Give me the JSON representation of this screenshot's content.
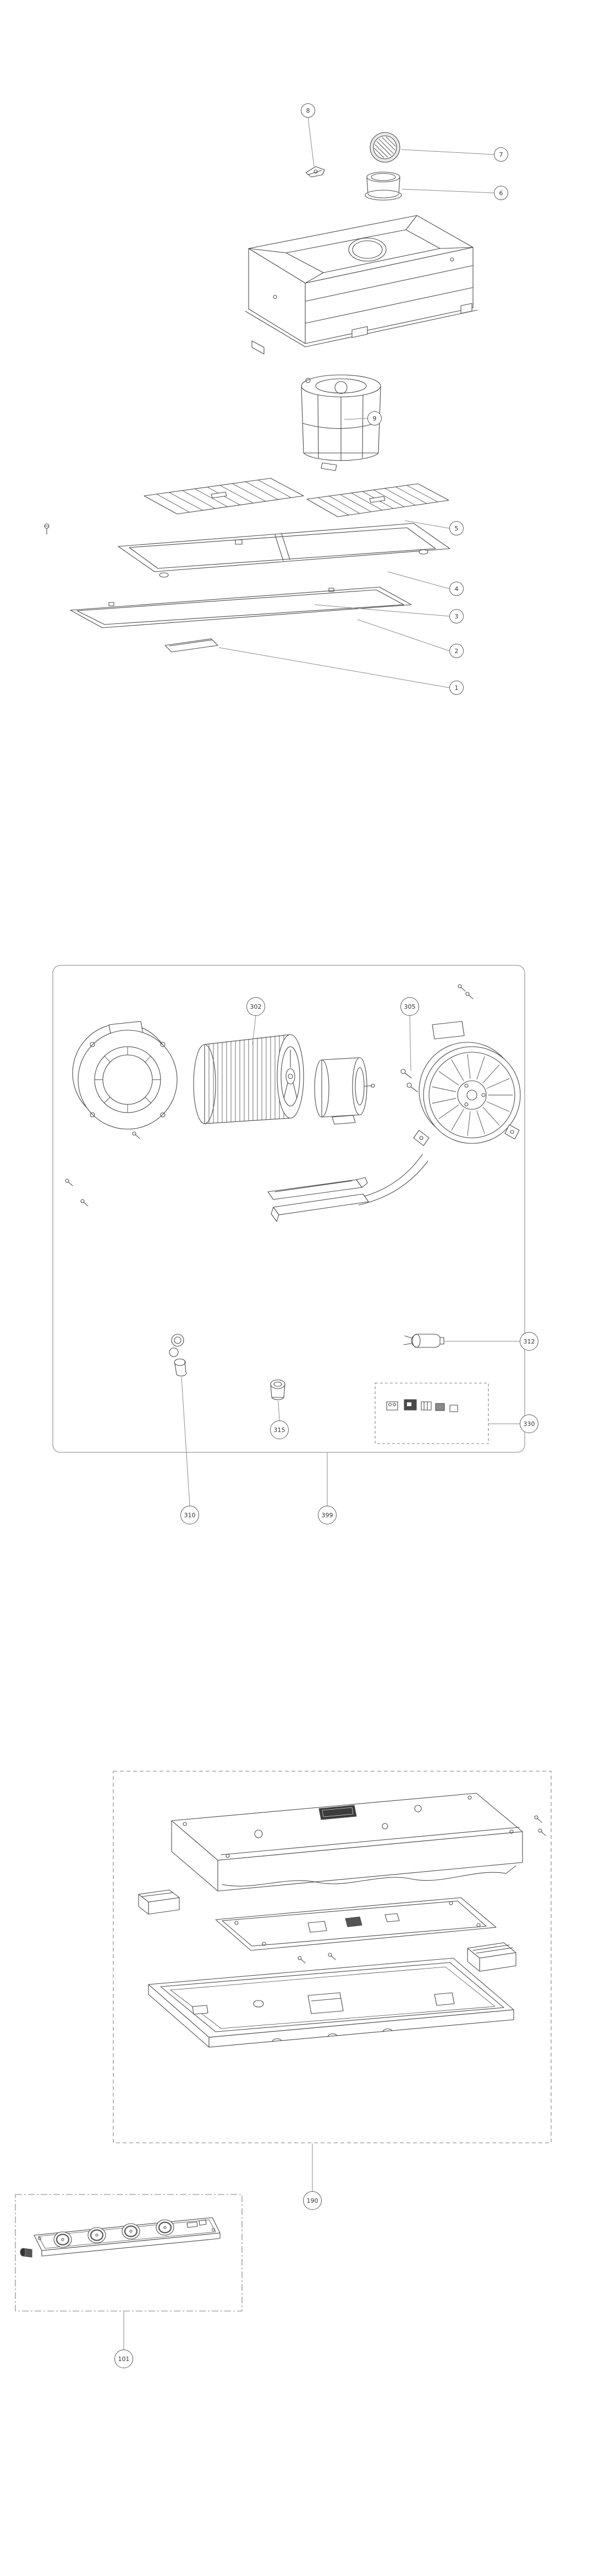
{
  "colors": {
    "background": "#ffffff",
    "line": "#4a4a4a",
    "leader_line": "#8a8a8a",
    "dark_fill": "#3c3c3c",
    "kit_box_border": "#9a9a9a"
  },
  "callouts": {
    "c1": "1",
    "c2": "2",
    "c3": "3",
    "c4": "4",
    "c5": "5",
    "c6": "6",
    "c7": "7",
    "c8": "8",
    "c9": "9",
    "c101": "101",
    "c190": "190",
    "c302": "302",
    "c305": "305",
    "c310": "310",
    "c312": "312",
    "c315": "315",
    "c330": "330",
    "c399": "399"
  }
}
